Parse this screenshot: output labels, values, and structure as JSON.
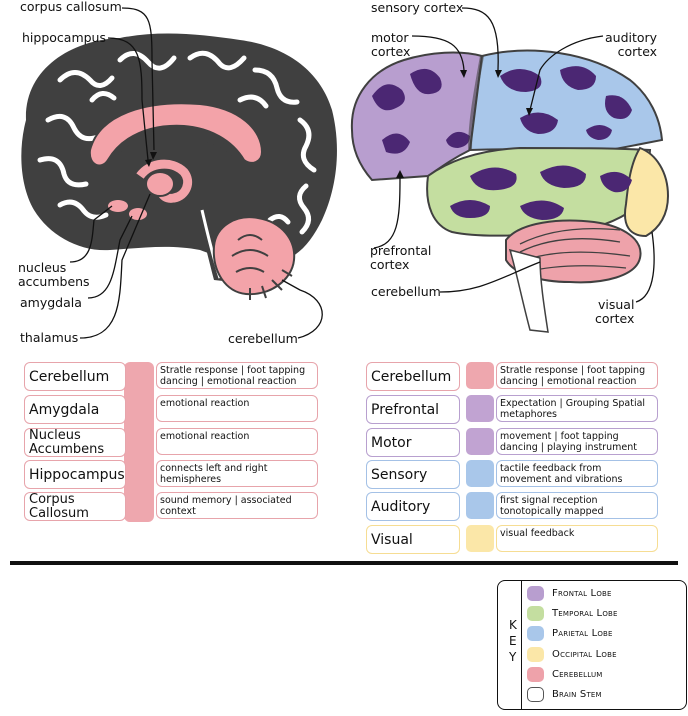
{
  "left_brain": {
    "labels": {
      "corpus_callosum": "corpus callosum",
      "hippocampus": "hippocampus",
      "nucleus_accumbens": "nucleus\naccumbens",
      "amygdala": "amygdala",
      "thalamus": "thalamus",
      "cerebellum": "cerebellum"
    }
  },
  "right_brain": {
    "labels": {
      "sensory_cortex": "sensory cortex",
      "motor_cortex": "motor\ncortex",
      "auditory_cortex": "auditory\ncortex",
      "prefrontal_cortex": "prefrontal\ncortex",
      "cerebellum": "cerebellum",
      "visual_cortex": "visual\ncortex"
    }
  },
  "left_table": {
    "bar_color": "#eea7ae",
    "border_color": "#e7a4ab",
    "rows": [
      {
        "name": "Cerebellum",
        "desc": "Stratle response | foot tapping dancing | emotional reaction"
      },
      {
        "name": "Amygdala",
        "desc": "emotional reaction"
      },
      {
        "name": "Nucleus Accumbens",
        "desc": "emotional reaction"
      },
      {
        "name": "Hippocampus",
        "desc": "connects left and right hemispheres"
      },
      {
        "name": "Corpus Callosum",
        "desc": "sound memory | associated context"
      }
    ]
  },
  "right_table": {
    "rows": [
      {
        "name": "Cerebellum",
        "desc": "Stratle response | foot tapping dancing | emotional reaction",
        "color": "#eea7ae",
        "border": "#e7a4ab"
      },
      {
        "name": "Prefrontal",
        "desc": "Expectation | Grouping Spatial metaphores",
        "color": "#c1a3d2",
        "border": "#b8a0cf"
      },
      {
        "name": "Motor",
        "desc": "movement | foot tapping dancing | playing instrument",
        "color": "#c1a3d2",
        "border": "#b8a0cf"
      },
      {
        "name": "Sensory",
        "desc": "tactile feedback from movement and vibrations",
        "color": "#a9c7ea",
        "border": "#a4c1e6"
      },
      {
        "name": "Auditory",
        "desc": "first signal reception tonotopically mapped",
        "color": "#a9c7ea",
        "border": "#a4c1e6"
      },
      {
        "name": "Visual",
        "desc": "visual feedback",
        "color": "#fbe7a8",
        "border": "#f6dd93"
      }
    ]
  },
  "key": {
    "letters": [
      "K",
      "E",
      "Y"
    ],
    "items": [
      {
        "label": "Frontal Lobe",
        "color": "#b89ecf"
      },
      {
        "label": "Temporal Lobe",
        "color": "#c4dea0"
      },
      {
        "label": "Parietal Lobe",
        "color": "#a9c7ea"
      },
      {
        "label": "Occipital Lobe",
        "color": "#fbe7a8"
      },
      {
        "label": "Cerebellum",
        "color": "#eea2aa"
      },
      {
        "label": "Brain Stem",
        "color": "#ffffff"
      }
    ]
  }
}
